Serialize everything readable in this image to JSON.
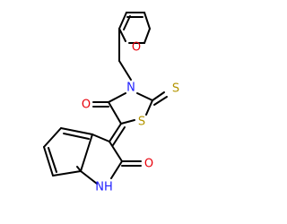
{
  "atoms": {
    "o_furan": "O",
    "n_thiazolidine": "N",
    "s_exocyclic": "S",
    "o_carbonyl": "O",
    "s_ring": "S",
    "o_lactam": "O",
    "nh_indole": "NH"
  },
  "colors": {
    "oxygen": "#e8000b",
    "nitrogen": "#2020ff",
    "sulfur": "#b39500",
    "bond": "#000000"
  }
}
